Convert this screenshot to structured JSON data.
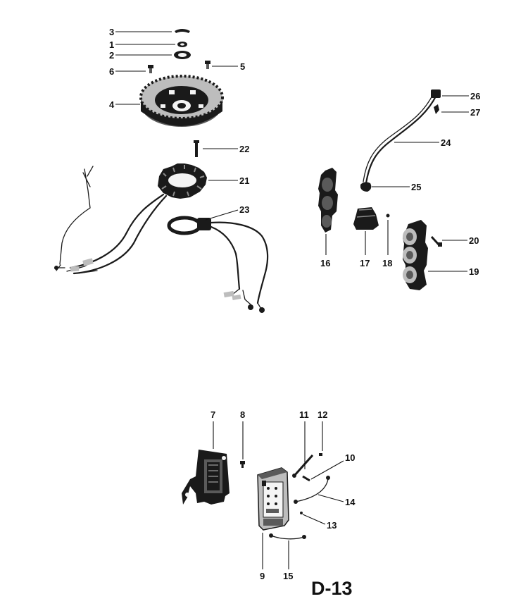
{
  "plate_label": "D-13",
  "callouts": [
    {
      "id": "3",
      "text": "3"
    },
    {
      "id": "1",
      "text": "1"
    },
    {
      "id": "2",
      "text": "2"
    },
    {
      "id": "6",
      "text": "6"
    },
    {
      "id": "5",
      "text": "5"
    },
    {
      "id": "4",
      "text": "4"
    },
    {
      "id": "22",
      "text": "22"
    },
    {
      "id": "21",
      "text": "21"
    },
    {
      "id": "23",
      "text": "23"
    },
    {
      "id": "26",
      "text": "26"
    },
    {
      "id": "27",
      "text": "27"
    },
    {
      "id": "24",
      "text": "24"
    },
    {
      "id": "25",
      "text": "25"
    },
    {
      "id": "20",
      "text": "20"
    },
    {
      "id": "16",
      "text": "16"
    },
    {
      "id": "17",
      "text": "17"
    },
    {
      "id": "18",
      "text": "18"
    },
    {
      "id": "19",
      "text": "19"
    },
    {
      "id": "7",
      "text": "7"
    },
    {
      "id": "8",
      "text": "8"
    },
    {
      "id": "11",
      "text": "11"
    },
    {
      "id": "12",
      "text": "12"
    },
    {
      "id": "10",
      "text": "10"
    },
    {
      "id": "14",
      "text": "14"
    },
    {
      "id": "13",
      "text": "13"
    },
    {
      "id": "9",
      "text": "9"
    },
    {
      "id": "15",
      "text": "15"
    }
  ]
}
